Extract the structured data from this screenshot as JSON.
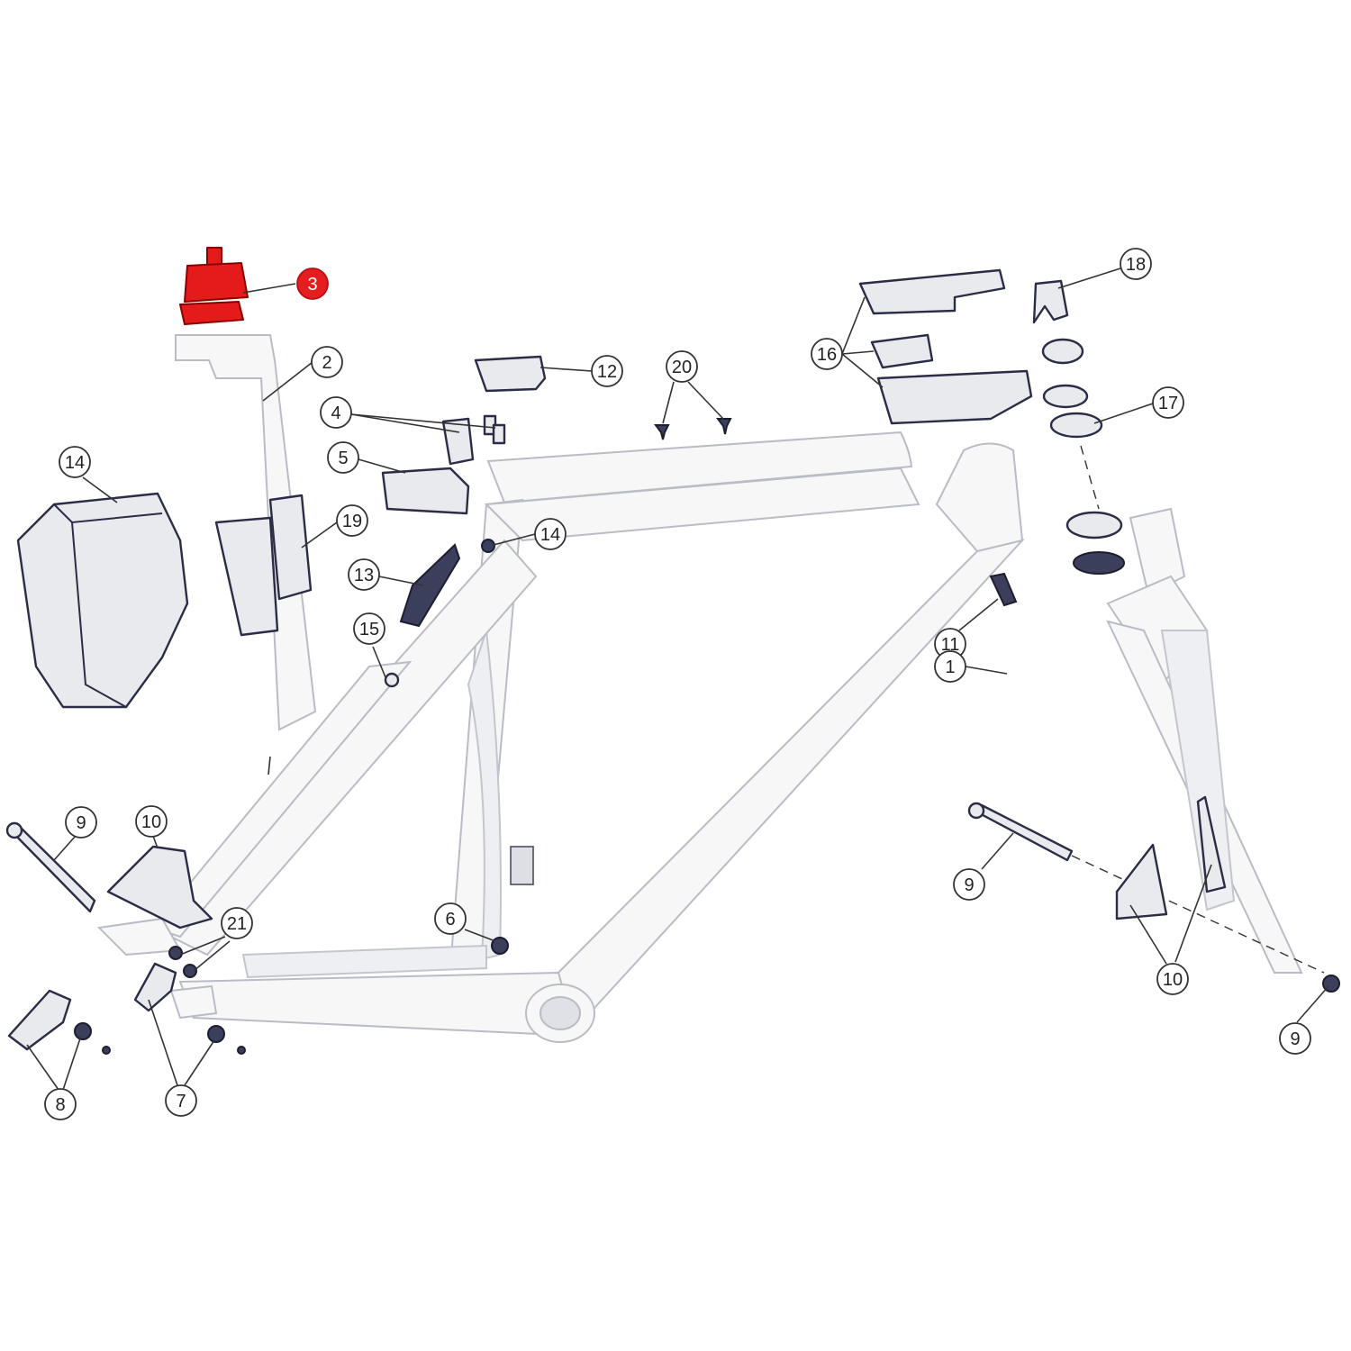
{
  "highlight_color": "#e41e1e",
  "highlighted_part": "3",
  "callouts": [
    {
      "id": "c3",
      "label": "3",
      "highlighted": true
    },
    {
      "id": "c2",
      "label": "2"
    },
    {
      "id": "c4",
      "label": "4"
    },
    {
      "id": "c5",
      "label": "5"
    },
    {
      "id": "c12",
      "label": "12"
    },
    {
      "id": "c20",
      "label": "20"
    },
    {
      "id": "c16",
      "label": "16"
    },
    {
      "id": "c18",
      "label": "18"
    },
    {
      "id": "c17",
      "label": "17"
    },
    {
      "id": "c14a",
      "label": "14"
    },
    {
      "id": "c14b",
      "label": "14"
    },
    {
      "id": "c19",
      "label": "19"
    },
    {
      "id": "c13",
      "label": "13"
    },
    {
      "id": "c15",
      "label": "15"
    },
    {
      "id": "c11",
      "label": "11"
    },
    {
      "id": "c1",
      "label": "1"
    },
    {
      "id": "c9a",
      "label": "9"
    },
    {
      "id": "c10a",
      "label": "10"
    },
    {
      "id": "c21",
      "label": "21"
    },
    {
      "id": "c6",
      "label": "6"
    },
    {
      "id": "c8",
      "label": "8"
    },
    {
      "id": "c7",
      "label": "7"
    },
    {
      "id": "c9b",
      "label": "9"
    },
    {
      "id": "c10b",
      "label": "10"
    },
    {
      "id": "c9c",
      "label": "9"
    }
  ]
}
